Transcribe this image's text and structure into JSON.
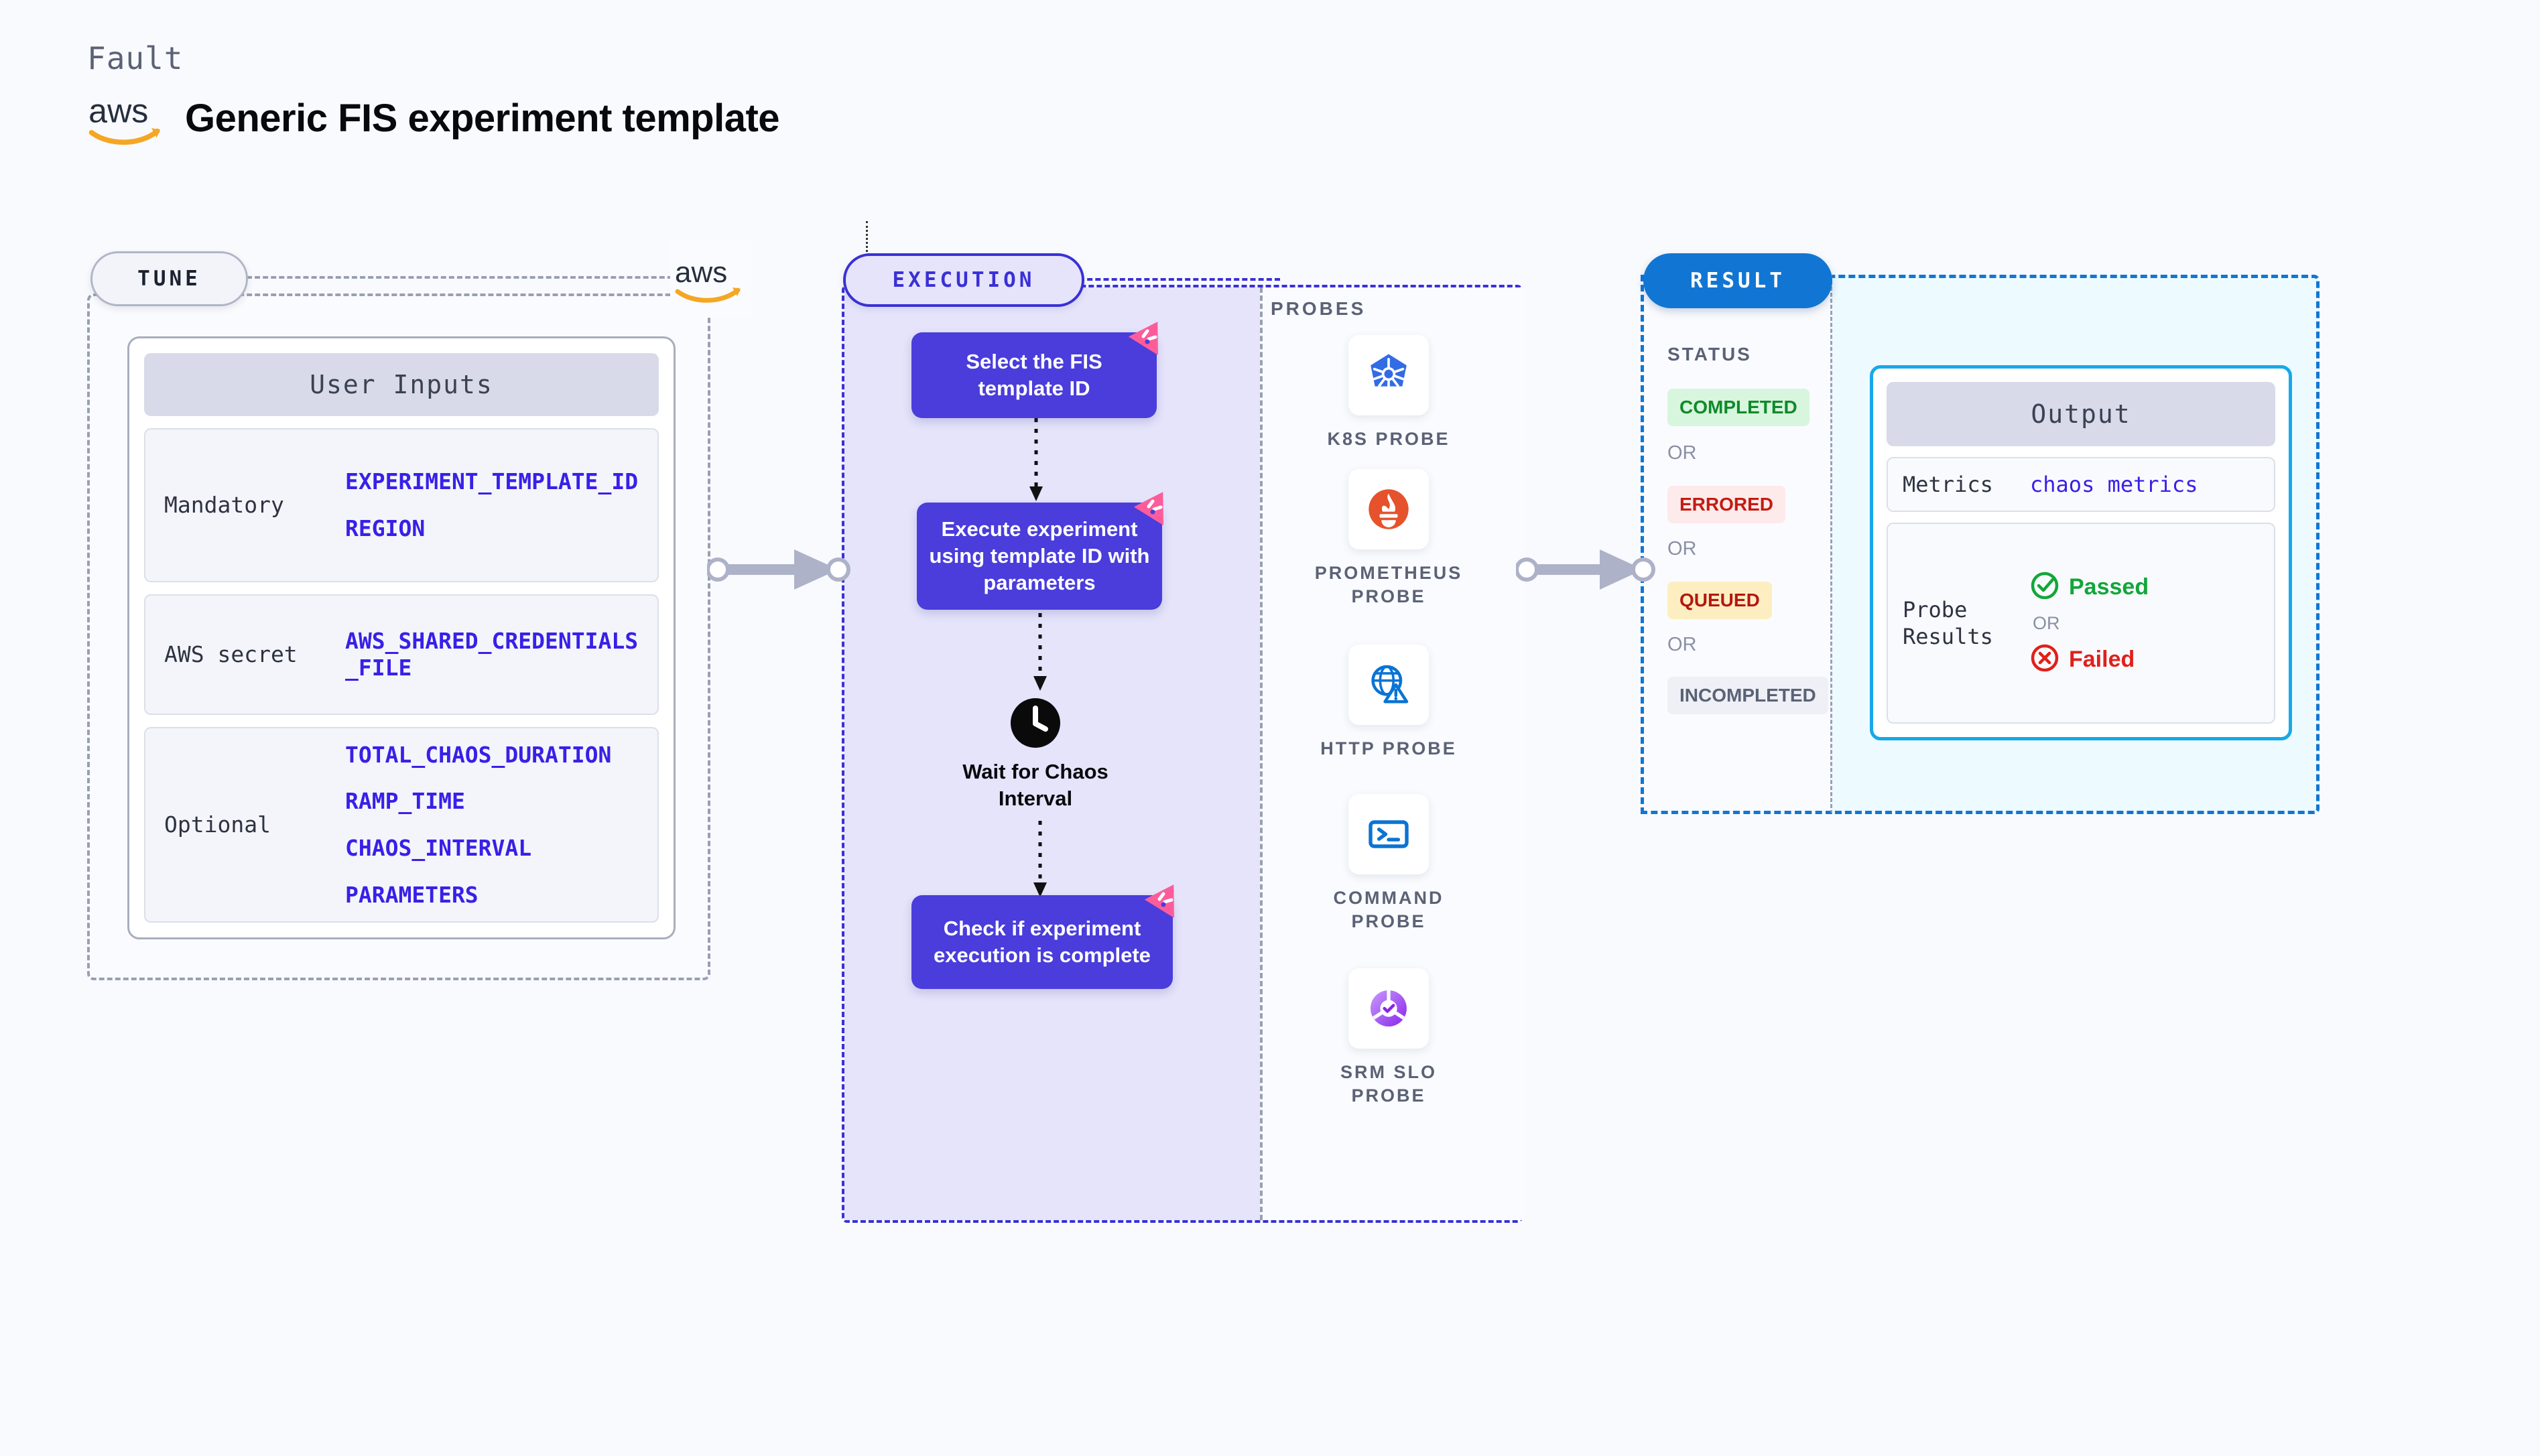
{
  "header": {
    "kicker": "Fault",
    "title": "Generic FIS experiment template",
    "logo_icon": "aws-logo"
  },
  "tune": {
    "pill_label": "TUNE",
    "aws_badge_icon": "aws-logo",
    "inputs_header": "User Inputs",
    "groups": [
      {
        "label": "Mandatory",
        "vars": [
          "EXPERIMENT_TEMPLATE_ID",
          "REGION"
        ]
      },
      {
        "label": "AWS secret",
        "vars": [
          "AWS_SHARED_CREDENTIALS\n_FILE"
        ]
      },
      {
        "label": "Optional",
        "vars": [
          "TOTAL_CHAOS_DURATION",
          "RAMP_TIME",
          "CHAOS_INTERVAL",
          "PARAMETERS"
        ]
      }
    ]
  },
  "execution": {
    "pill_label": "EXECUTION",
    "steps": [
      {
        "text": "Select the FIS template ID",
        "badge_icon": "pink-flag-badge-icon"
      },
      {
        "text": "Execute experiment using template ID with parameters",
        "badge_icon": "pink-flag-badge-icon"
      }
    ],
    "wait_node": {
      "icon": "clock-icon",
      "text": "Wait for Chaos Interval"
    },
    "final_step": {
      "text": "Check if experiment execution is complete",
      "badge_icon": "pink-flag-badge-icon"
    }
  },
  "probes": {
    "title": "PROBES",
    "items": [
      {
        "label": "K8S PROBE",
        "icon": "kubernetes-icon"
      },
      {
        "label": "PROMETHEUS PROBE",
        "icon": "prometheus-icon"
      },
      {
        "label": "HTTP PROBE",
        "icon": "http-globe-warning-icon"
      },
      {
        "label": "COMMAND PROBE",
        "icon": "terminal-icon"
      },
      {
        "label": "SRM SLO PROBE",
        "icon": "srm-slo-icon"
      }
    ]
  },
  "result": {
    "pill_label": "RESULT",
    "status_label": "STATUS",
    "or_label": "OR",
    "statuses": [
      {
        "label": "COMPLETED",
        "bg": "#d8f5dd",
        "color": "#0f8a2b"
      },
      {
        "label": "ERRORED",
        "bg": "#fdeaea",
        "color": "#c41b12"
      },
      {
        "label": "QUEUED",
        "bg": "#fdeec2",
        "color": "#b31810"
      },
      {
        "label": "INCOMPLETED",
        "bg": "#eef0f6",
        "color": "#5b6276"
      }
    ],
    "output": {
      "header": "Output",
      "metrics_label": "Metrics",
      "metrics_value": "chaos metrics",
      "probe_label": "Probe Results",
      "passed_label": "Passed",
      "failed_label": "Failed",
      "or_label": "OR",
      "passed_icon": "check-circle-icon",
      "failed_icon": "x-circle-icon"
    }
  },
  "colors": {
    "background": "#f9fafd",
    "tune_border": "#98a0b3",
    "execution_accent": "#3a30d6",
    "execution_fill": "#e5e4fb",
    "step_box": "#4a3ddb",
    "result_accent": "#1176d3",
    "result_fill": "#edfaff",
    "output_border": "#17a8e8",
    "variable_text": "#3820e8",
    "badge_pink": "#fc5d9a",
    "aws_orange": "#f5a623"
  }
}
